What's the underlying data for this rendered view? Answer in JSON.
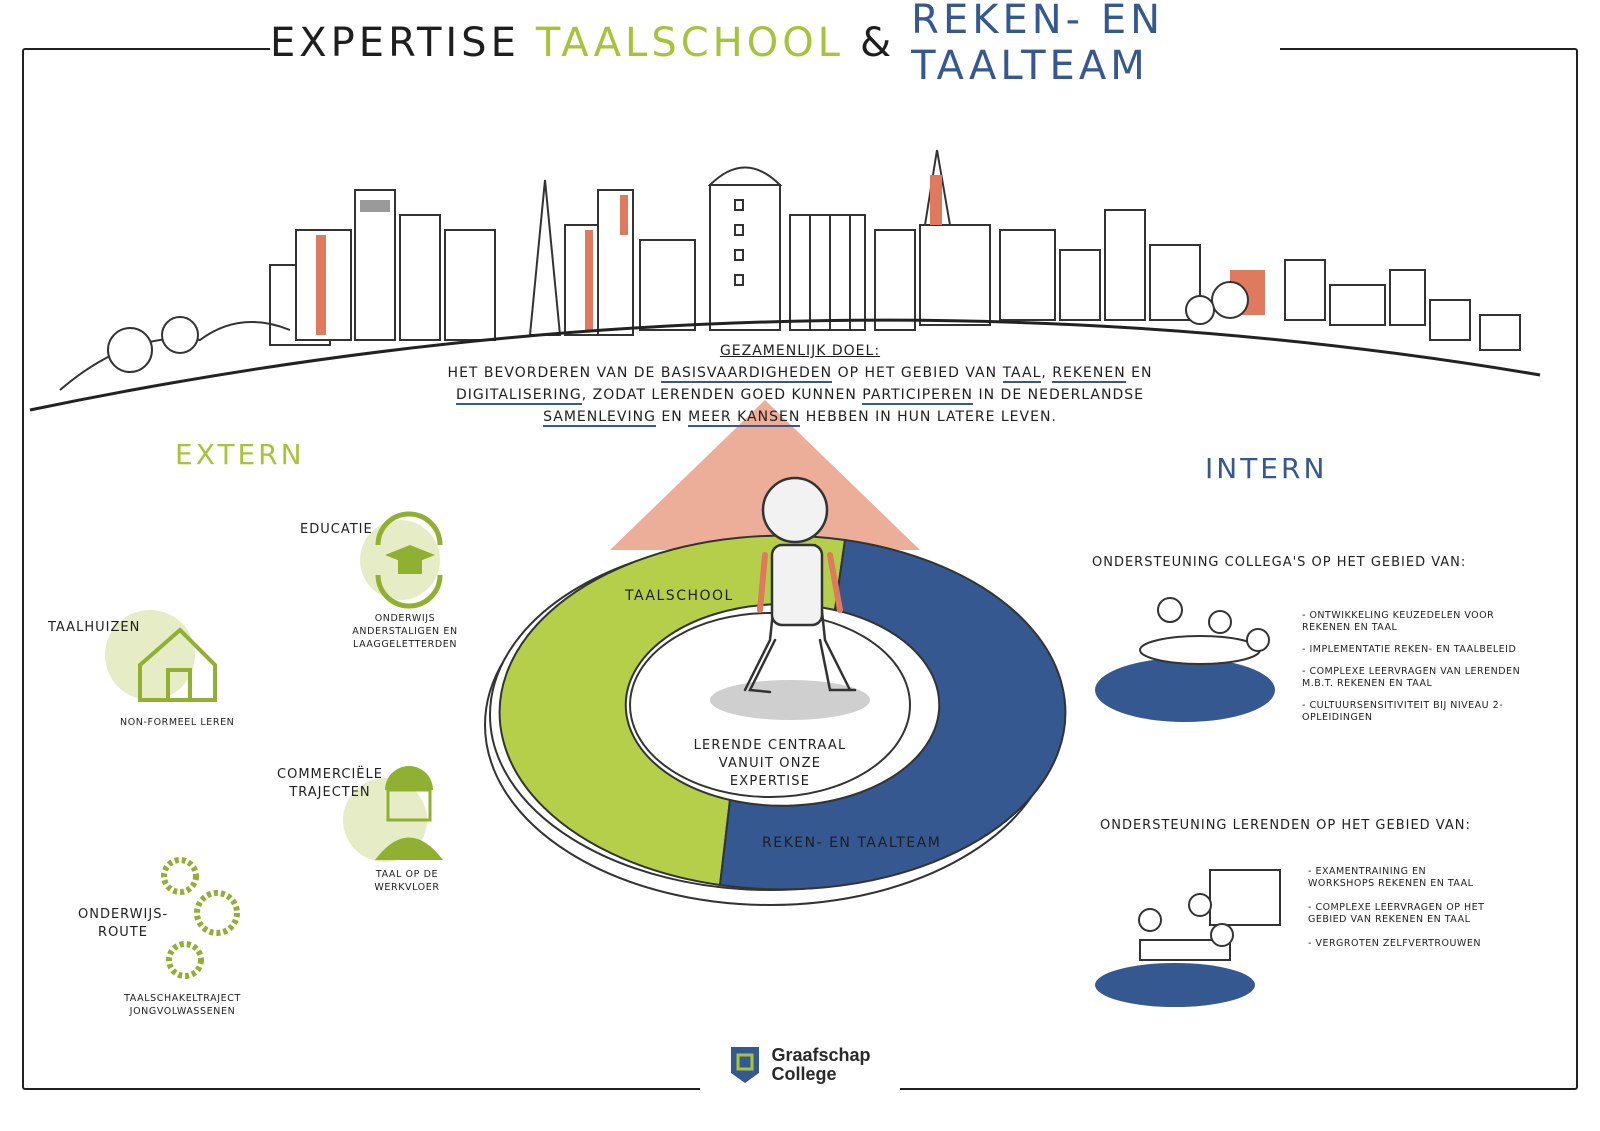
{
  "title": {
    "part1": "EXPERTISE",
    "part2": "TAALSCHOOL",
    "part3": "&",
    "part4": "REKEN- EN TAALTEAM"
  },
  "goal": {
    "heading": "GEZAMENLIJK DOEL:",
    "w1": "HET BEVORDEREN VAN DE",
    "k1": "BASISVAARDIGHEDEN",
    "w2": "OP HET GEBIED VAN",
    "k2": "TAAL",
    "w3": ",",
    "k3": "REKENEN",
    "w4": "EN",
    "k4": "DIGITALISERING",
    "w5": ", ZODAT LERENDEN GOED KUNNEN",
    "k5": "PARTICIPEREN",
    "w6": "IN DE NEDERLANDSE",
    "k6": "SAMENLEVING",
    "w7": "EN",
    "k7": "MEER KANSEN",
    "w8": "HEBBEN IN HUN LATERE LEVEN."
  },
  "extern": {
    "heading": "EXTERN",
    "educatie": {
      "label": "EDUCATIE",
      "sub": "ONDERWIJS ANDERSTALIGEN EN LAAGGELETTERDEN"
    },
    "taalhuizen": {
      "label": "TAALHUIZEN",
      "sub": "NON-FORMEEL LEREN"
    },
    "commercieel": {
      "label": "COMMERCIËLE TRAJECTEN",
      "sub": "TAAL OP DE WERKVLOER"
    },
    "onderwijsroute": {
      "label": "ONDERWIJS- ROUTE",
      "sub": "TAALSCHAKELTRAJECT JONGVOLWASSENEN"
    }
  },
  "intern": {
    "heading": "INTERN",
    "collegas": {
      "heading": "ONDERSTEUNING COLLEGA'S OP HET GEBIED VAN:",
      "items": [
        "- ONTWIKKELING KEUZEDELEN VOOR REKENEN EN TAAL",
        "- IMPLEMENTATIE REKEN- EN TAALBELEID",
        "- COMPLEXE LEERVRAGEN VAN LERENDEN M.B.T. REKENEN EN TAAL",
        "- CULTUURSENSITIVITEIT BIJ NIVEAU 2-OPLEIDINGEN"
      ]
    },
    "lerenden": {
      "heading": "ONDERSTEUNING LERENDEN OP HET GEBIED VAN:",
      "items": [
        "- EXAMENTRAINING EN WORKSHOPS REKENEN EN TAAL",
        "- COMPLEXE LEERVRAGEN OP HET GEBIED VAN REKENEN EN TAAL",
        "- VERGROTEN ZELFVERTROUWEN"
      ]
    }
  },
  "center": {
    "ring_green": "TAALSCHOOL",
    "ring_blue": "REKEN- EN TAALTEAM",
    "caption": "LERENDE CENTRAAL VANUIT ONZE EXPERTISE"
  },
  "logo": {
    "line1": "Graafschap",
    "line2": "College"
  },
  "colors": {
    "green": "#a7c439",
    "blue": "#34588f",
    "salmon": "#e8a58f",
    "accent": "#e07a5f",
    "grey": "#9a9a9a"
  },
  "icons": [
    "recycle-mortarboard-icon",
    "house-icon",
    "hardhat-worker-icon",
    "gears-icon",
    "logo-shield-icon"
  ]
}
